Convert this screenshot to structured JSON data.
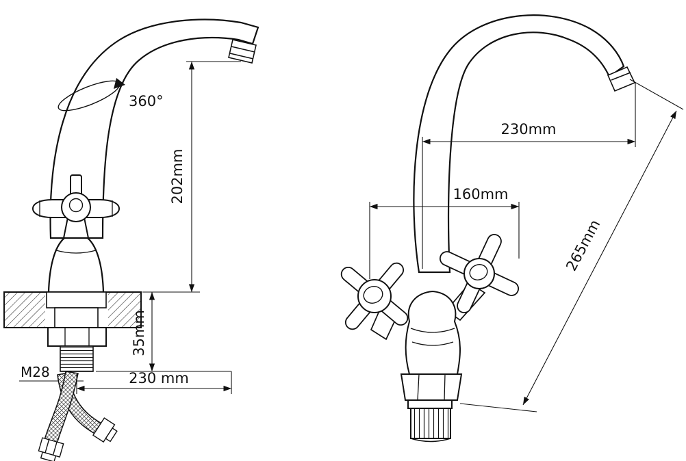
{
  "drawing": {
    "background_color": "#ffffff",
    "line_color": "#111111",
    "left_view": {
      "rotation_label": "360°",
      "spout_height_label": "202mm",
      "deck_thickness_label": "35mm",
      "spout_reach_label": "230 mm",
      "thread_size_label": "M28"
    },
    "right_view": {
      "spout_reach_label": "230mm",
      "body_width_label": "160mm",
      "overall_length_label": "265mm"
    }
  }
}
